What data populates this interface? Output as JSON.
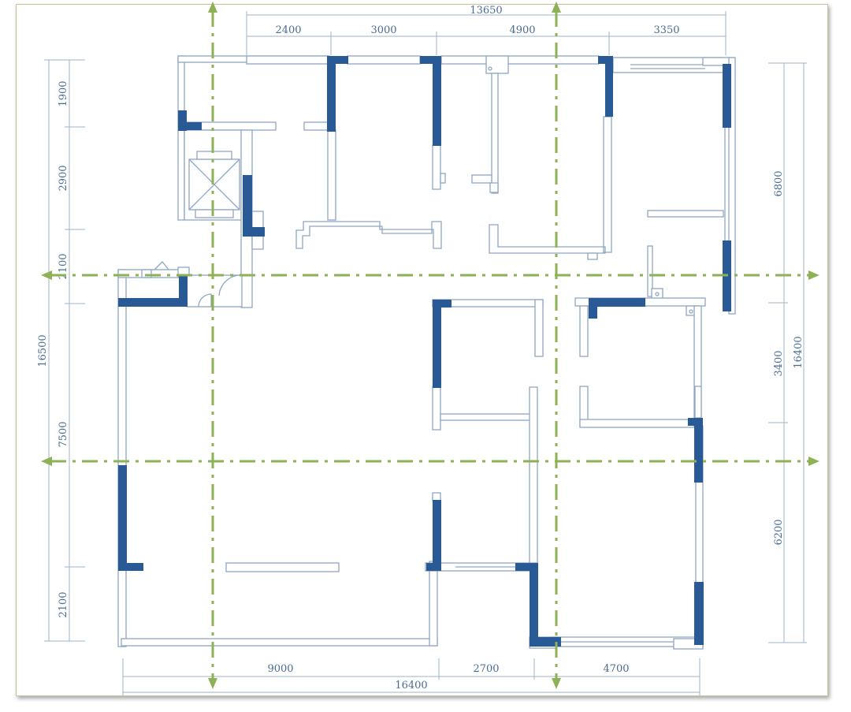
{
  "dimensions": {
    "top": {
      "total": "13650",
      "segments": [
        "2400",
        "3000",
        "4900",
        "3350"
      ]
    },
    "bottom": {
      "total": "16400",
      "segments": [
        "9000",
        "2700",
        "4700"
      ]
    },
    "left_outer": {
      "total": "16500"
    },
    "left_inner": {
      "segments": [
        "1900",
        "2900",
        "2100",
        "7500",
        "2100"
      ]
    },
    "right_inner": {
      "segments": [
        "6800",
        "3400",
        "6200"
      ]
    },
    "right_outer": {
      "total": "16400"
    }
  },
  "colors": {
    "structural_wall": "#2a5a96",
    "partition_line": "#8ea7c2",
    "axis_line": "#8db255",
    "dimension_text": "#4a6c93"
  }
}
